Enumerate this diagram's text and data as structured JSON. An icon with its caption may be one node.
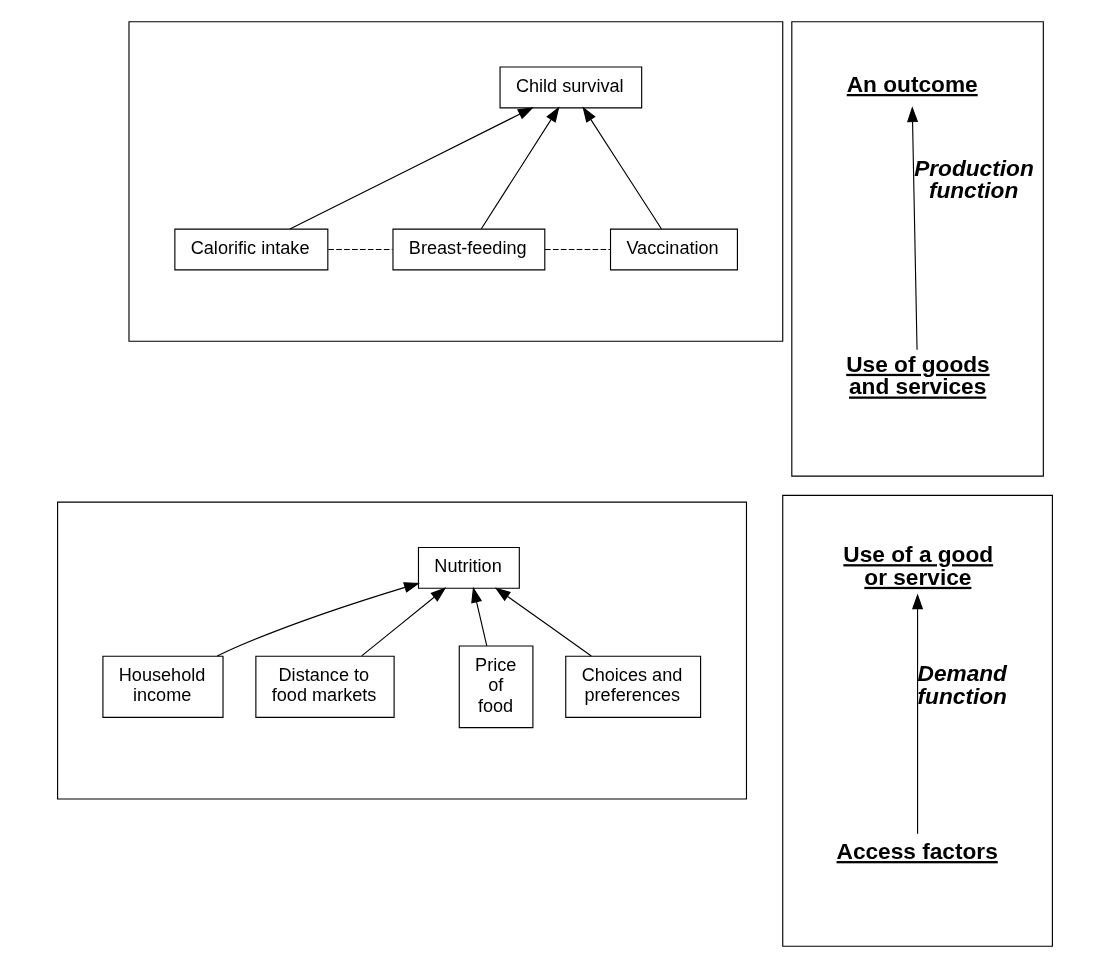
{
  "diagram": {
    "nodes": [
      {
        "text": [],
        "shape": "box"
      },
      {
        "text": [
          "Child survival"
        ],
        "in": 0
      },
      {
        "text": [
          "Calorific intake"
        ],
        "in": 0
      },
      {
        "text": [
          "Breast-feeding"
        ],
        "in": 0
      },
      {
        "text": [
          "Vaccination"
        ],
        "in": 0
      },
      {
        "text": [],
        "shape": "box"
      },
      {
        "text": [
          "An outcome"
        ],
        "in": 5
      },
      {
        "text": [
          "Use of goods and services"
        ],
        "in": 5
      },
      {
        "text": [],
        "shape": "box"
      },
      {
        "text": [
          "Nutrition"
        ],
        "in": 8
      },
      {
        "text": [
          "Choices and preferences"
        ],
        "in": 8
      },
      {
        "text": [
          "Price of food"
        ],
        "in": 8
      },
      {
        "text": [
          "Distance to food markets"
        ],
        "in": 8
      },
      {
        "text": [
          "Household income"
        ],
        "in": 8
      },
      {
        "text": [],
        "shape": "box"
      },
      {
        "text": [
          "Use of a good or service"
        ],
        "in": 14
      },
      {
        "text": [
          "Access factors"
        ],
        "in": 14
      }
    ],
    "edges": [
      {
        "from": 2,
        "to": 1,
        "arrow": "to"
      },
      {
        "from": 3,
        "to": 1,
        "arrow": "to"
      },
      {
        "from": 4,
        "to": 1,
        "arrow": "to"
      },
      {
        "from": 2,
        "to": 3,
        "arrow": "none",
        "style": "dashed"
      },
      {
        "from": 3,
        "to": 4,
        "arrow": "none",
        "style": "dashed"
      },
      {
        "from": 7,
        "to": 6,
        "arrow": "to",
        "label": "Production function"
      },
      {
        "from": 10,
        "to": 9,
        "arrow": "to"
      },
      {
        "from": 13,
        "to": 9,
        "arrow": "to"
      },
      {
        "from": 11,
        "to": 9,
        "arrow": "to"
      },
      {
        "from": 12,
        "to": 9,
        "arrow": "to"
      },
      {
        "from": 16,
        "to": 15,
        "arrow": "to",
        "label": "Demand function"
      }
    ]
  }
}
